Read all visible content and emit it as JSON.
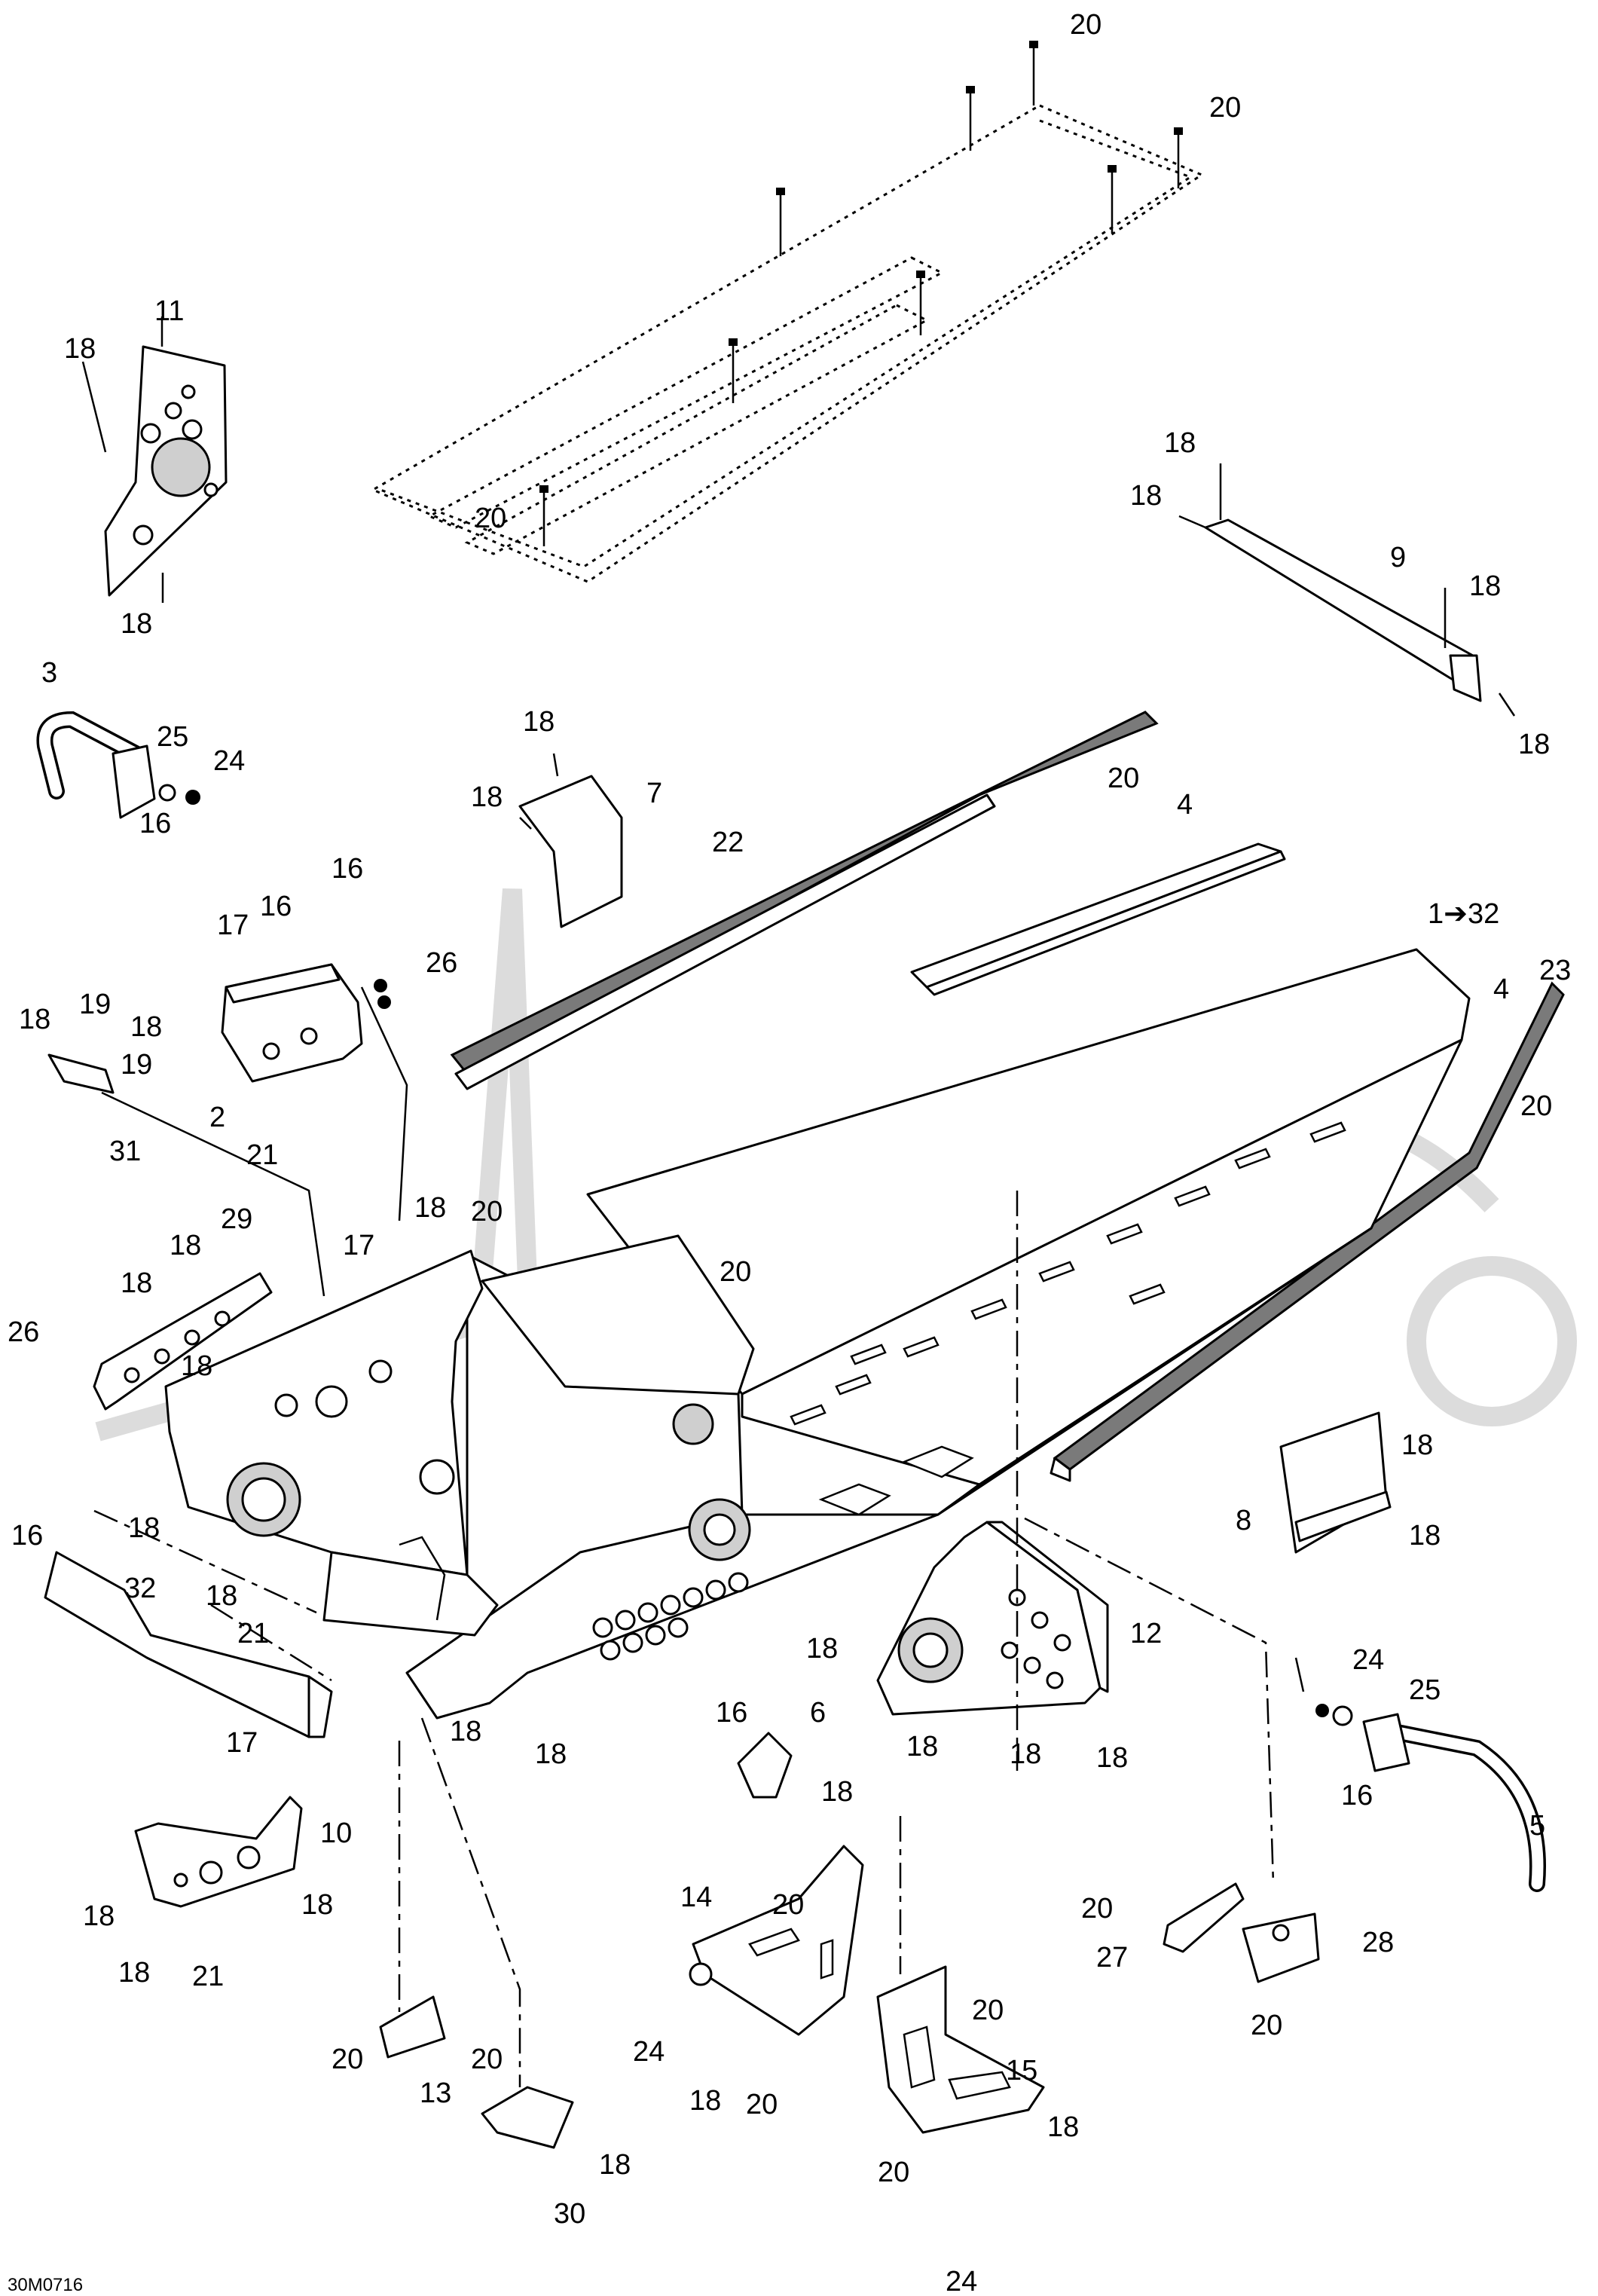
{
  "diagram": {
    "drawing_code": "30M0716",
    "callouts": [
      {
        "id": "c20a",
        "text": "20"
      },
      {
        "id": "c20b",
        "text": "20"
      },
      {
        "id": "c20c",
        "text": "20"
      },
      {
        "id": "c11",
        "text": "11"
      },
      {
        "id": "c18a",
        "text": "18"
      },
      {
        "id": "c18b",
        "text": "18"
      },
      {
        "id": "c18c",
        "text": "18"
      },
      {
        "id": "c18d",
        "text": "18"
      },
      {
        "id": "c9",
        "text": "9"
      },
      {
        "id": "c18e",
        "text": "18"
      },
      {
        "id": "c18f",
        "text": "18"
      },
      {
        "id": "c3",
        "text": "3"
      },
      {
        "id": "c25a",
        "text": "25"
      },
      {
        "id": "c24a",
        "text": "24"
      },
      {
        "id": "c16a",
        "text": "16"
      },
      {
        "id": "c18g",
        "text": "18"
      },
      {
        "id": "c18h",
        "text": "18"
      },
      {
        "id": "c7",
        "text": "7"
      },
      {
        "id": "c22",
        "text": "22"
      },
      {
        "id": "c20d",
        "text": "20"
      },
      {
        "id": "c4a",
        "text": "4"
      },
      {
        "id": "c1_32",
        "text": "1➔32"
      },
      {
        "id": "c23",
        "text": "23"
      },
      {
        "id": "c4b",
        "text": "4"
      },
      {
        "id": "c20e",
        "text": "20"
      },
      {
        "id": "c16b",
        "text": "16"
      },
      {
        "id": "c16c",
        "text": "16"
      },
      {
        "id": "c17a",
        "text": "17"
      },
      {
        "id": "c26a",
        "text": "26"
      },
      {
        "id": "c2",
        "text": "2"
      },
      {
        "id": "c21a",
        "text": "21"
      },
      {
        "id": "c18i",
        "text": "18"
      },
      {
        "id": "c19a",
        "text": "19"
      },
      {
        "id": "c18j",
        "text": "18"
      },
      {
        "id": "c19b",
        "text": "19"
      },
      {
        "id": "c31",
        "text": "31"
      },
      {
        "id": "c18k",
        "text": "18"
      },
      {
        "id": "c20f",
        "text": "20"
      },
      {
        "id": "c20g",
        "text": "20"
      },
      {
        "id": "c29",
        "text": "29"
      },
      {
        "id": "c18l",
        "text": "18"
      },
      {
        "id": "c18m",
        "text": "18"
      },
      {
        "id": "c17b",
        "text": "17"
      },
      {
        "id": "c26b",
        "text": "26"
      },
      {
        "id": "c18n",
        "text": "18"
      },
      {
        "id": "c18o",
        "text": "18"
      },
      {
        "id": "c8",
        "text": "8"
      },
      {
        "id": "c18p",
        "text": "18"
      },
      {
        "id": "c16d",
        "text": "16"
      },
      {
        "id": "c32",
        "text": "32"
      },
      {
        "id": "c18q",
        "text": "18"
      },
      {
        "id": "c18r",
        "text": "18"
      },
      {
        "id": "c21b",
        "text": "21"
      },
      {
        "id": "c12",
        "text": "12"
      },
      {
        "id": "c18s",
        "text": "18"
      },
      {
        "id": "c16e",
        "text": "16"
      },
      {
        "id": "c6",
        "text": "6"
      },
      {
        "id": "c18t",
        "text": "18"
      },
      {
        "id": "c18u",
        "text": "18"
      },
      {
        "id": "c18v",
        "text": "18"
      },
      {
        "id": "c18w",
        "text": "18"
      },
      {
        "id": "c24b",
        "text": "24"
      },
      {
        "id": "c25b",
        "text": "25"
      },
      {
        "id": "c16f",
        "text": "16"
      },
      {
        "id": "c17c",
        "text": "17"
      },
      {
        "id": "c18x",
        "text": "18"
      },
      {
        "id": "c18y",
        "text": "18"
      },
      {
        "id": "c5",
        "text": "5"
      },
      {
        "id": "c10",
        "text": "10"
      },
      {
        "id": "c18z",
        "text": "18"
      },
      {
        "id": "c18aa",
        "text": "18"
      },
      {
        "id": "c18ab",
        "text": "18"
      },
      {
        "id": "c21c",
        "text": "21"
      },
      {
        "id": "c14",
        "text": "14"
      },
      {
        "id": "c20h",
        "text": "20"
      },
      {
        "id": "c20i",
        "text": "20"
      },
      {
        "id": "c27",
        "text": "27"
      },
      {
        "id": "c28",
        "text": "28"
      },
      {
        "id": "c20j",
        "text": "20"
      },
      {
        "id": "c20k",
        "text": "20"
      },
      {
        "id": "c20l",
        "text": "20"
      },
      {
        "id": "c13",
        "text": "13"
      },
      {
        "id": "c24c",
        "text": "24"
      },
      {
        "id": "c18ac",
        "text": "18"
      },
      {
        "id": "c20m",
        "text": "20"
      },
      {
        "id": "c20n",
        "text": "20"
      },
      {
        "id": "c15",
        "text": "15"
      },
      {
        "id": "c18ad",
        "text": "18"
      },
      {
        "id": "c18ae",
        "text": "18"
      },
      {
        "id": "c30",
        "text": "30"
      },
      {
        "id": "c20o",
        "text": "20"
      },
      {
        "id": "c24d",
        "text": "24"
      }
    ]
  }
}
